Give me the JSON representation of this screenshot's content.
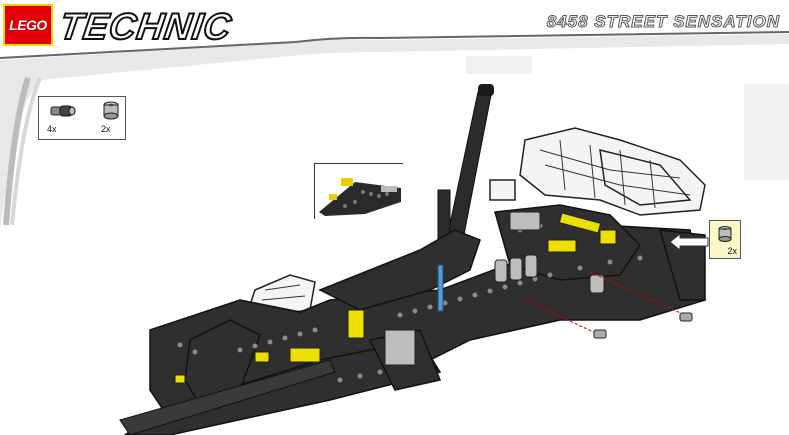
{
  "header": {
    "logo_text": "LEGO",
    "brand": "TECHNIC",
    "set_title": "8458 STREET SENSATION"
  },
  "parts_list": [
    {
      "icon": "axle-connector-icon",
      "count": "4x"
    },
    {
      "icon": "bush-icon",
      "count": "2x"
    }
  ],
  "callout": {
    "icon": "bush-icon",
    "count": "2x"
  },
  "colors": {
    "brand_red": "#e3000b",
    "brand_yellow": "#ffd500",
    "callout_bg": "#fdf6c8",
    "axle_red": "#d00000"
  }
}
